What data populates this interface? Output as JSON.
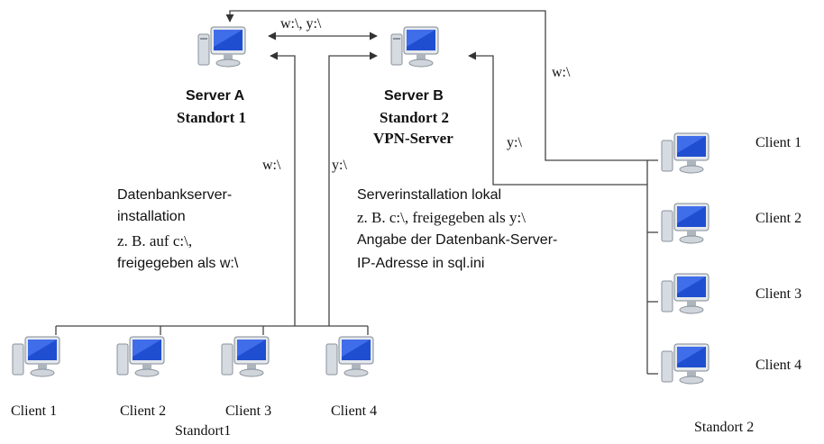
{
  "servers": {
    "a": {
      "name": "Server A",
      "site": "Standort 1",
      "icon": "computer-icon"
    },
    "b": {
      "name": "Server B",
      "site": "Standort 2",
      "role": "VPN-Server",
      "icon": "computer-icon"
    }
  },
  "links": {
    "top_ab": "w:\\, y:\\",
    "right_w": "w:\\",
    "right_y": "y:\\",
    "mid_w": "w:\\",
    "mid_y": "y:\\"
  },
  "notes": {
    "db_server": [
      "Datenbankserver-",
      "installation",
      "z. B. auf c:\\,",
      "freigegeben als w:\\"
    ],
    "server_install": [
      "Serverinstallation lokal",
      "z. B. c:\\, freigegeben als y:\\",
      "Angabe der Datenbank-Server-",
      "IP-Adresse in sql.ini"
    ]
  },
  "site1": {
    "label": "Standort1",
    "clients": [
      "Client 1",
      "Client 2",
      "Client 3",
      "Client 4"
    ]
  },
  "site2": {
    "label": "Standort 2",
    "clients": [
      "Client 1",
      "Client 2",
      "Client 3",
      "Client 4"
    ]
  },
  "colors": {
    "line": "#444444",
    "screen": "#1f4fd0",
    "case": "#d8dde3"
  }
}
